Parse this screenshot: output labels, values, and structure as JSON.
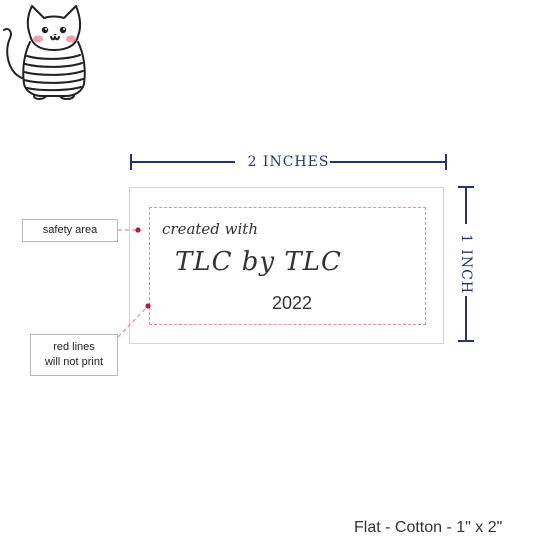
{
  "dimensions": {
    "width_label": "2 INCHES",
    "height_label": "1 INCH"
  },
  "label": {
    "line1": "created with",
    "line2": "TLC by TLC",
    "year": "2022",
    "illustration_icon": "striped-cat-icon"
  },
  "callouts": {
    "safety_area": "safety area",
    "red_lines_line1": "red lines",
    "red_lines_line2": "will not print"
  },
  "caption": "Flat - Cotton - 1\" x 2\"",
  "colors": {
    "dimension": "#26346b",
    "safety_line": "#e98aa2",
    "callout_dot": "#c0134a"
  }
}
